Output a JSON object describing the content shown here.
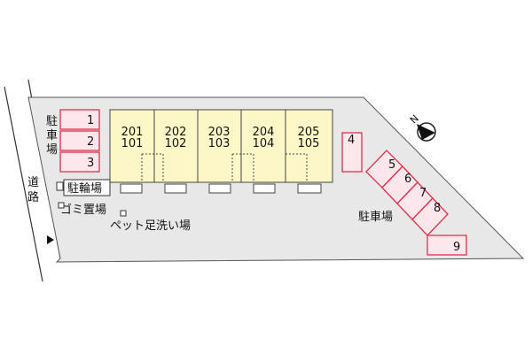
{
  "road_label": "道路",
  "parking_label_left": "駐車場",
  "parking_label_right": "駐車場",
  "bicycle_parking": "駐輪場",
  "garbage_area": "ゴミ置場",
  "pet_wash": "ペット足洗い場",
  "compass_label": "N",
  "units": [
    {
      "upper": "201",
      "lower": "101"
    },
    {
      "upper": "202",
      "lower": "102"
    },
    {
      "upper": "203",
      "lower": "103"
    },
    {
      "upper": "204",
      "lower": "104"
    },
    {
      "upper": "205",
      "lower": "105"
    }
  ],
  "parking_spaces": [
    "1",
    "2",
    "3",
    "4",
    "5",
    "6",
    "7",
    "8",
    "9"
  ],
  "colors": {
    "lot": "#e8e8e8",
    "building": "#fdf7c8",
    "parking_fill": "#fde6ec",
    "parking_stroke": "#e0304a",
    "outline": "#333333"
  }
}
